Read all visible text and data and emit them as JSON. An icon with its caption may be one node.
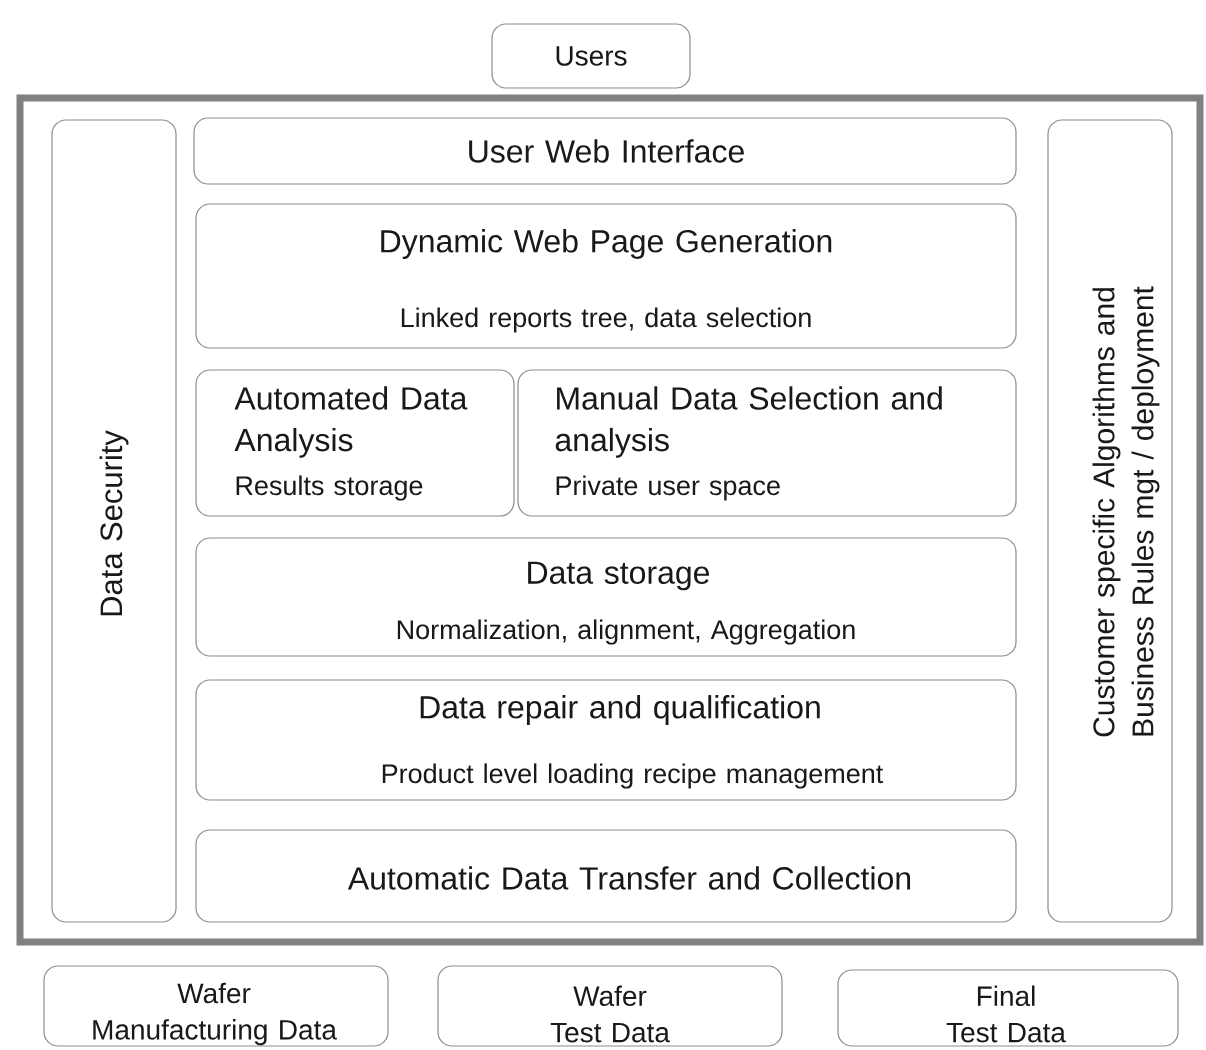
{
  "diagram": {
    "nodes": [
      {
        "text": [
          "Users"
        ]
      },
      {
        "text": [],
        "shape": "box"
      },
      {
        "text": [
          "Data Security"
        ],
        "in": 1
      },
      {
        "text": [
          "User Web Interface"
        ],
        "in": 1
      },
      {
        "text": [
          "Dynamic Web Page Generation",
          "Linked reports tree, data selection"
        ],
        "in": 1
      },
      {
        "text": [
          "Automated Data Analysis",
          "Results storage"
        ],
        "in": 1
      },
      {
        "text": [
          "Manual Data Selection and analysis",
          "Private user space"
        ],
        "in": 1
      },
      {
        "text": [
          "Data storage",
          "Normalization, alignment, Aggregation"
        ],
        "in": 1
      },
      {
        "text": [
          "Data repair and qualification",
          "Product level loading recipe management"
        ],
        "in": 1
      },
      {
        "text": [
          "Automatic Data Transfer and Collection"
        ],
        "in": 1
      },
      {
        "text": [
          "Customer specific Algorithms and Business Rules mgt / deployment"
        ],
        "in": 1
      },
      {
        "text": [
          "Wafer Manufacturing Data"
        ]
      },
      {
        "text": [
          "Wafer Test Data"
        ]
      },
      {
        "text": [
          "Final Test Data"
        ]
      }
    ],
    "edges": []
  }
}
